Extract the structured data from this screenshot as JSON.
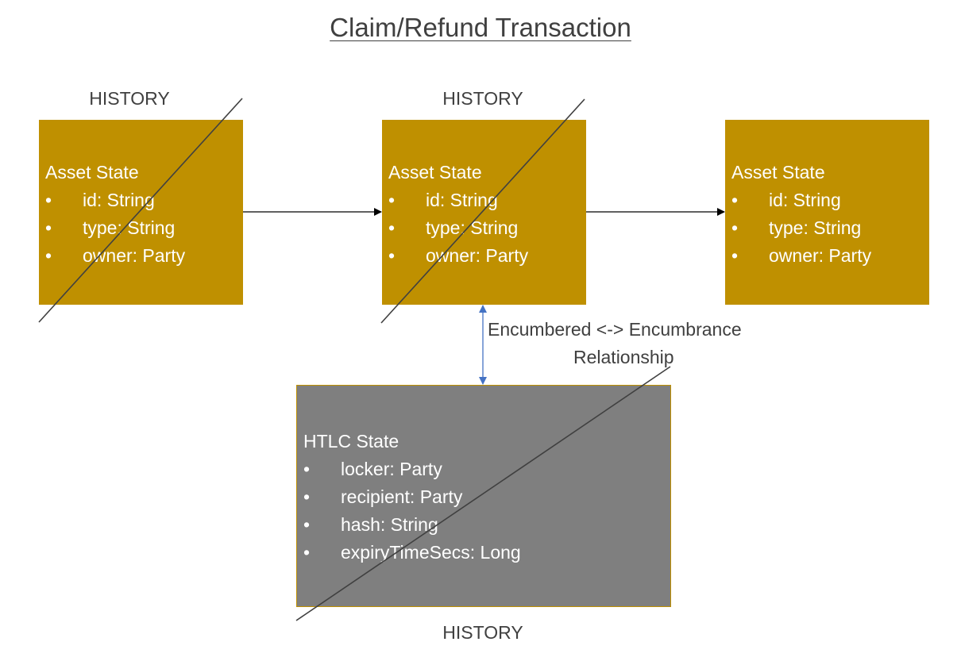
{
  "title": "Claim/Refund Transaction",
  "history_label": "HISTORY",
  "asset_states": [
    {
      "title": "Asset State",
      "fields": [
        "id: String",
        "type: String",
        "owner: Party"
      ],
      "history": true
    },
    {
      "title": "Asset State",
      "fields": [
        "id: String",
        "type: String",
        "owner: Party"
      ],
      "history": true
    },
    {
      "title": "Asset State",
      "fields": [
        "id: String",
        "type: String",
        "owner: Party"
      ],
      "history": false
    }
  ],
  "htlc_state": {
    "title": "HTLC State",
    "fields": [
      "locker: Party",
      "recipient: Party",
      "hash: String",
      "expiryTimeSecs: Long"
    ],
    "history": true
  },
  "relationship": {
    "line1": "Encumbered <-> Encumbrance",
    "line2": "Relationship"
  },
  "bullet_glyph": "•",
  "colors": {
    "asset_fill": "#bf9000",
    "htlc_fill": "#7f7f7f",
    "text_dark": "#404040",
    "arrow_black": "#000000",
    "relationship_arrow": "#4472c4"
  }
}
